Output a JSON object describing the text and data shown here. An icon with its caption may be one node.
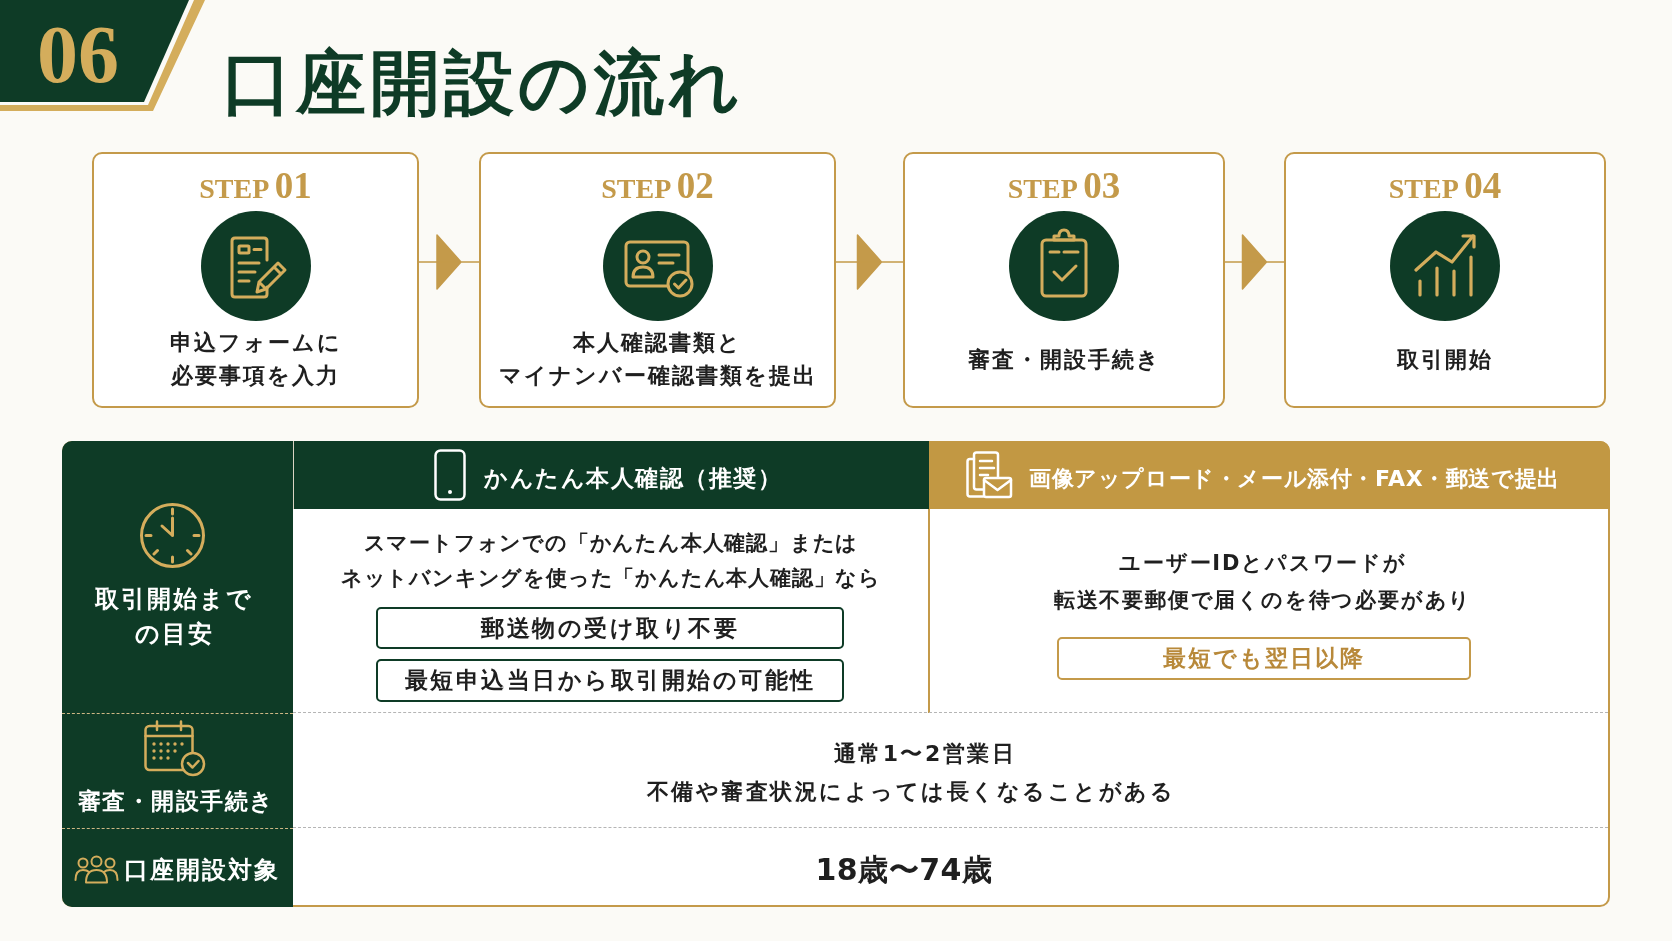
{
  "diagram": {
    "title": "口座開設の流れ",
    "nodes": [
      {
        "text": [
          "06"
        ]
      },
      {
        "text": [
          "STEP 01",
          "申込フォームに必要事項を入力"
        ]
      },
      {
        "text": [
          "STEP 02",
          "本人確認書類とマイナンバー確認書類を提出"
        ]
      },
      {
        "text": [
          "STEP 03",
          "審査・開設手続き"
        ]
      },
      {
        "text": [
          "STEP 04",
          "取引開始"
        ]
      },
      {
        "text": [
          "スマートフォンでの「かんたん本人確認」またはネットバンキングを使った「かんたん本人確認」なら",
          "ユーザーIDとパスワードが転送不要郵便で届くのを待つ必要があり",
          "通常1〜2営業日",
          "不備や審査状況によっては長くなることがある",
          "18歳〜74歳"
        ]
      },
      {
        "text": [
          "取引開始までの目安"
        ],
        "in": 5
      },
      {
        "text": [
          "かんたん本人確認（推奨）"
        ],
        "in": 5
      },
      {
        "text": [
          "画像アップロード・メール添付・FAX・郵送で提出"
        ],
        "in": 5
      },
      {
        "text": [
          "郵送物の受け取り不要"
        ],
        "in": 5
      },
      {
        "text": [
          "最短申込当日から取引開始の可能性"
        ],
        "in": 5
      },
      {
        "text": [
          "最短でも翌日以降"
        ],
        "in": 5
      },
      {
        "text": [
          "審査・開設手続き"
        ],
        "in": 5
      },
      {
        "text": [
          "口座開設対象"
        ],
        "in": 5
      }
    ],
    "edges": [
      {
        "from": 1,
        "to": 2,
        "arrow": "to"
      },
      {
        "from": 2,
        "to": 3,
        "arrow": "to"
      },
      {
        "from": 3,
        "to": 4,
        "arrow": "to"
      }
    ]
  }
}
